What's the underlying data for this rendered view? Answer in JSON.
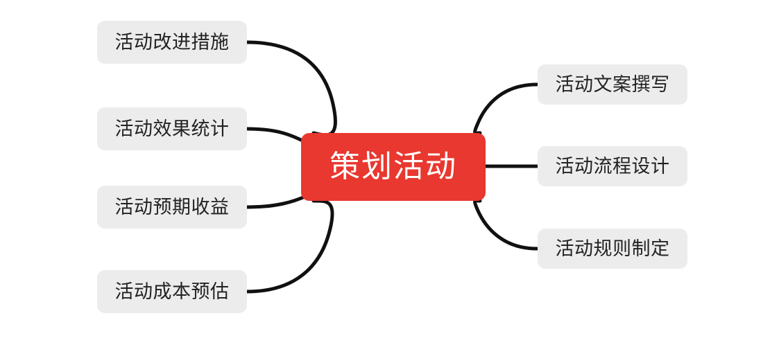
{
  "diagram": {
    "type": "mind-map",
    "title": "策划活动",
    "background_color": "#ffffff",
    "center": {
      "label": "策划活动",
      "fill_color": "#e8382f",
      "text_color": "#ffffff"
    },
    "branch_style": {
      "fill_color": "#ececec",
      "text_color": "#222222",
      "connector_color": "#111111"
    },
    "left_branches": [
      {
        "label": "活动改进措施"
      },
      {
        "label": "活动效果统计"
      },
      {
        "label": "活动预期收益"
      },
      {
        "label": "活动成本预估"
      }
    ],
    "right_branches": [
      {
        "label": "活动文案撰写"
      },
      {
        "label": "活动流程设计"
      },
      {
        "label": "活动规则制定"
      }
    ]
  }
}
